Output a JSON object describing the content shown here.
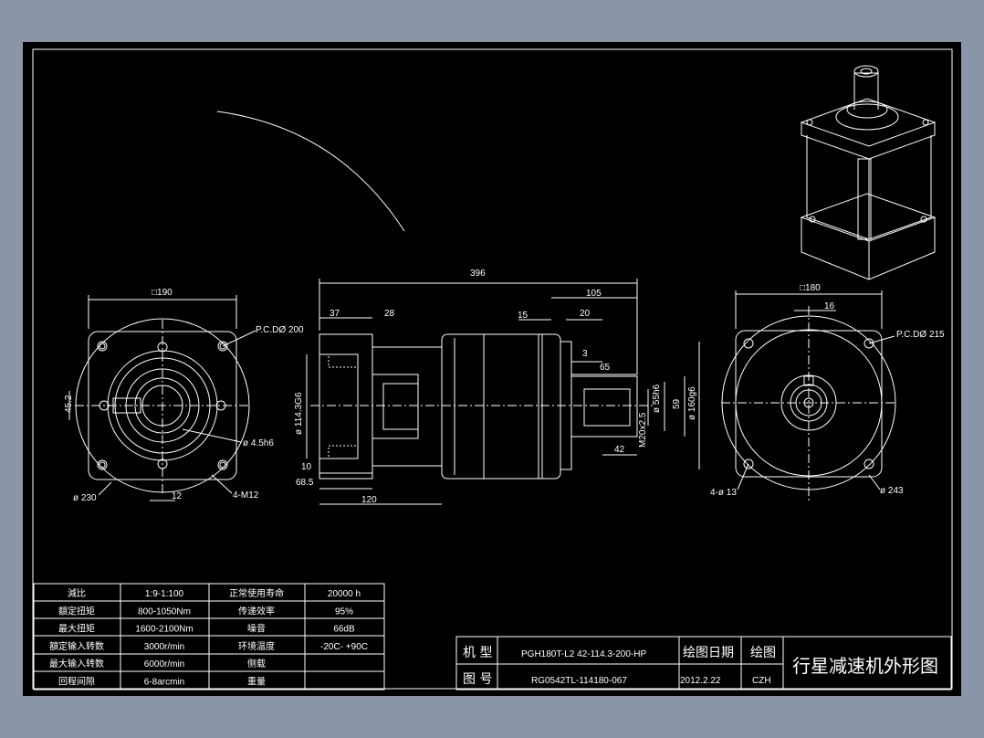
{
  "colors": {
    "paper": "#000000",
    "background": "#8a95a8",
    "lines": "#ffffff"
  },
  "front_view": {
    "square_label": "□190",
    "pcd_label": "P.C.DØ 200",
    "diameter_label": "ø 230",
    "shaft_label": "ø 4.5h6",
    "holes_label": "4-M12",
    "key_width_label": "12",
    "key_height_label": "45.2"
  },
  "side_view": {
    "total_length": "396",
    "dim_37": "37",
    "dim_28": "28",
    "dim_15": "15",
    "dim_20": "20",
    "dim_105": "105",
    "dim_3": "3",
    "dim_65": "65",
    "dim_42": "42",
    "dim_10": "10",
    "dim_68_5": "68.5",
    "dim_120": "120",
    "dia_114": "ø 114.3G6",
    "dia_55": "ø 55h6",
    "dia_59": "59",
    "dia_160": "ø 160g6",
    "thread": "M20x2.5"
  },
  "rear_view": {
    "square_label": "□180",
    "key_label": "16",
    "pcd_label": "P.C.DØ 215",
    "holes_label": "4-ø 13",
    "diameter_label": "ø 243"
  },
  "spec_table": [
    {
      "k1": "減比",
      "v1": "1:9-1:100",
      "k2": "正常使用寿命",
      "v2": "20000  h"
    },
    {
      "k1": "額定扭矩",
      "v1": "800-1050Nm",
      "k2": "传递效率",
      "v2": "95%"
    },
    {
      "k1": "最大扭矩",
      "v1": "1600-2100Nm",
      "k2": "噪音",
      "v2": "66dB"
    },
    {
      "k1": "額定输入转数",
      "v1": "3000r/min",
      "k2": "环境温度",
      "v2": "-20C- +90C"
    },
    {
      "k1": "最大输入转数",
      "v1": "6000r/min",
      "k2": "侧载",
      "v2": ""
    },
    {
      "k1": "回程间隙",
      "v1": "6-8arcmin",
      "k2": "重量",
      "v2": ""
    }
  ],
  "title_block": {
    "model_label": "机 型",
    "model_value": "PGH180T-L2  42-114.3-200-HP",
    "drawing_label": "图 号",
    "drawing_value": "RG0542TL-114180-067",
    "date_label": "绘图日期",
    "date_value": "2012.2.22",
    "drawer_label": "绘图",
    "drawer_value": "CZH",
    "title": "行星减速机外形图"
  }
}
